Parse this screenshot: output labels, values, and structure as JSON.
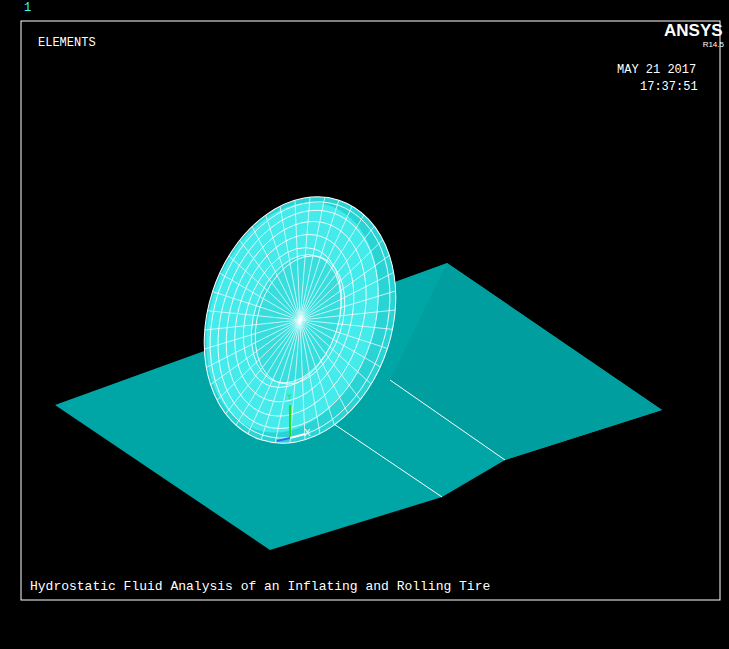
{
  "diagram": {
    "caption": "Hydrostatic Fluid Analysis of an Inflating and Rolling Tire",
    "labels": [
      "1",
      "ELEMENTS",
      "ANSYS",
      "R14.5",
      "MAY 21 2017",
      "17:37:51",
      "Y",
      "X"
    ]
  }
}
